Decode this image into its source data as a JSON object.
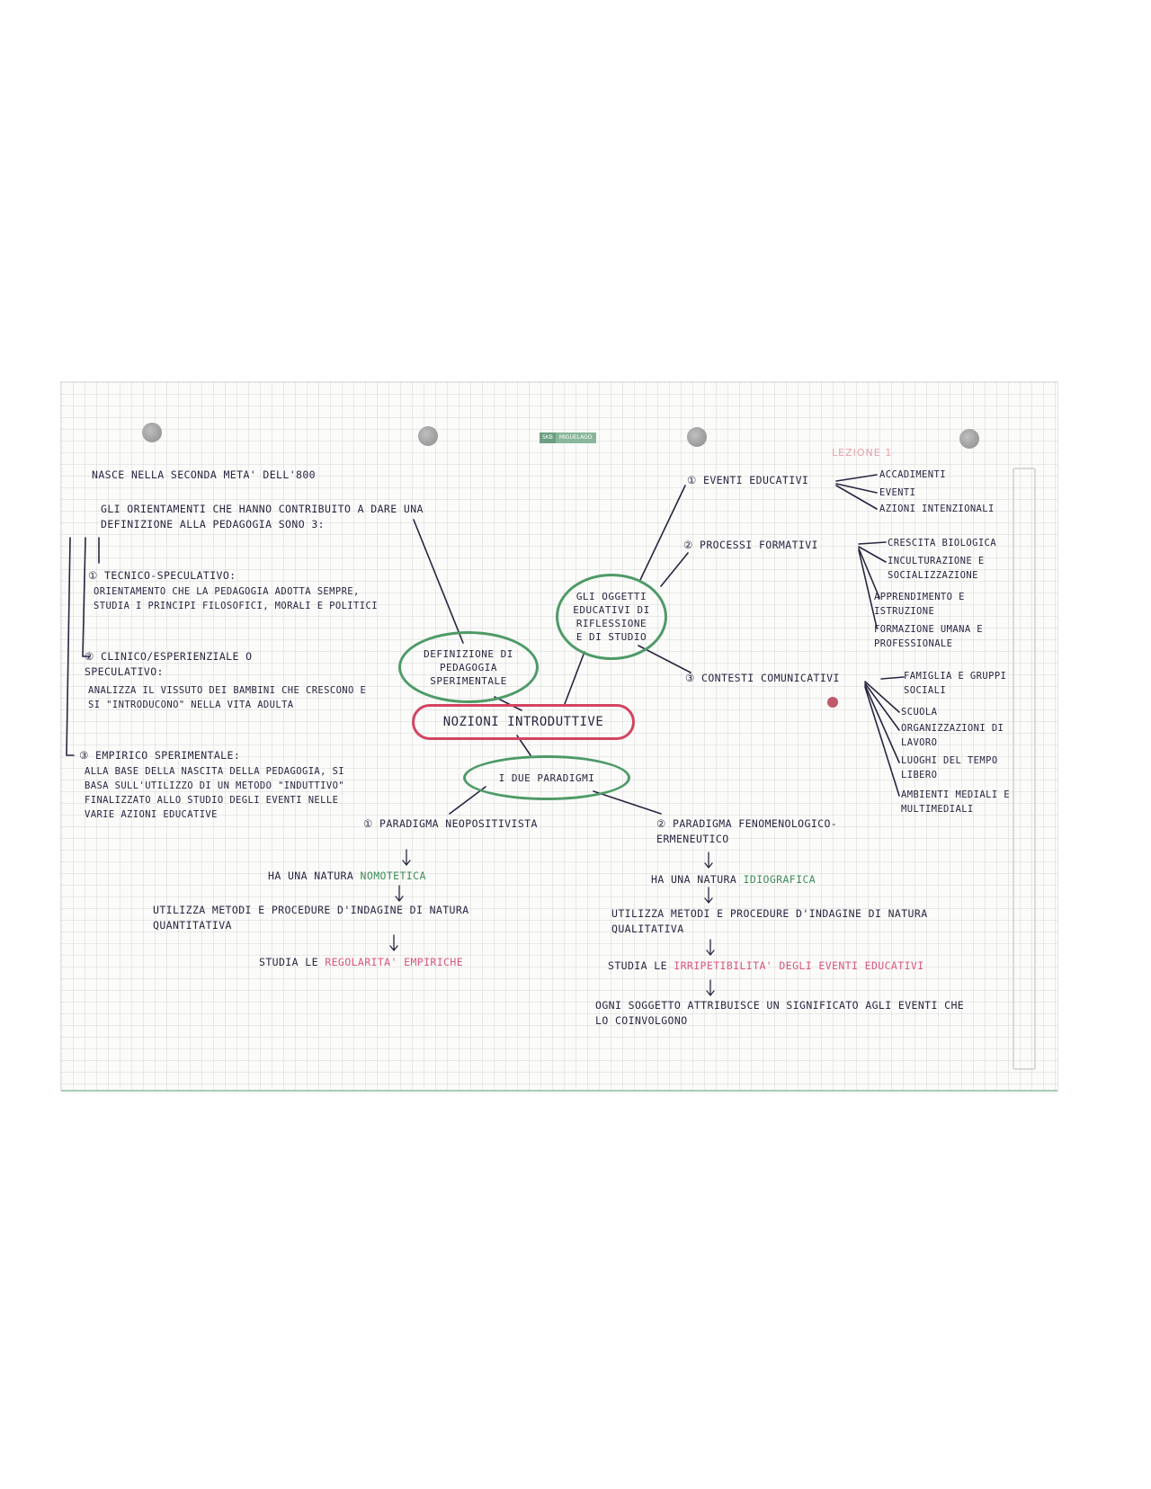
{
  "brand_label": [
    "SKB",
    "MIGUELAGO"
  ],
  "lesson_tag": "LEZIONE 1",
  "colors": {
    "green": "#4e9a67",
    "red": "#d2455f",
    "pink": "#d9577a",
    "ink": "#2a2540"
  },
  "left": {
    "intro": "NASCE NELLA SECONDA META' DELL'800",
    "orientations_intro": "GLI ORIENTAMENTI CHE HANNO CONTRIBUITO A DARE UNA DEFINIZIONE ALLA PEDAGOGIA SONO 3:",
    "items": [
      {
        "title": "① TECNICO-SPECULATIVO:",
        "body": "ORIENTAMENTO CHE LA PEDAGOGIA ADOTTA SEMPRE, STUDIA I PRINCIPI FILOSOFICI, MORALI E POLITICI"
      },
      {
        "title": "② CLINICO/ESPERIENZIALE O SPECULATIVO:",
        "body": "ANALIZZA IL VISSUTO DEI BAMBINI CHE CRESCONO E SI \"INTRODUCONO\" NELLA VITA ADULTA"
      },
      {
        "title": "③ EMPIRICO SPERIMENTALE:",
        "body": "ALLA BASE DELLA NASCITA DELLA PEDAGOGIA, SI BASA SULL'UTILIZZO DI UN METODO \"INDUTTIVO\" FINALIZZATO ALLO STUDIO DEGLI EVENTI NELLE VARIE AZIONI EDUCATIVE"
      }
    ]
  },
  "bubbles": {
    "definition": "DEFINIZIONE DI\nPEDAGOGIA\nSPERIMENTALE",
    "objects": "GLI OGGETTI\nEDUCATIVI DI\nRIFLESSIONE\nE DI STUDIO",
    "center": "NOZIONI INTRODUTTIVE",
    "paradigms": "I DUE PARADIGMI"
  },
  "right": {
    "branches": [
      {
        "label": "① EVENTI EDUCATIVI",
        "items": [
          "ACCADIMENTI",
          "EVENTI",
          "AZIONI INTENZIONALI"
        ]
      },
      {
        "label": "② PROCESSI FORMATIVI",
        "items": [
          "CRESCITA BIOLOGICA",
          "INCULTURAZIONE E SOCIALIZZAZIONE",
          "APPRENDIMENTO E ISTRUZIONE",
          "FORMAZIONE UMANA E PROFESSIONALE"
        ]
      },
      {
        "label": "③ CONTESTI COMUNICATIVI",
        "items": [
          "FAMIGLIA E GRUPPI SOCIALI",
          "SCUOLA",
          "ORGANIZZAZIONI DI LAVORO",
          "LUOGHI DEL TEMPO LIBERO",
          "AMBIENTI MEDIALI E MULTIMEDIALI"
        ]
      }
    ]
  },
  "paradigms": {
    "p1": {
      "title": "① PARADIGMA NEOPOSITIVISTA",
      "nature_prefix": "HA UNA NATURA",
      "nature_word": "NOMOTETICA",
      "methods": "UTILIZZA METODI E PROCEDURE D'INDAGINE DI NATURA QUANTITATIVA",
      "study_prefix": "STUDIA LE",
      "study_word": "REGOLARITA' EMPIRICHE"
    },
    "p2": {
      "title": "② PARADIGMA FENOMENOLOGICO-ERMENEUTICO",
      "nature_prefix": "HA UNA NATURA",
      "nature_word": "IDIOGRAFICA",
      "methods": "UTILIZZA METODI E PROCEDURE D'INDAGINE DI NATURA QUALITATIVA",
      "study_prefix": "STUDIA LE",
      "study_word": "IRRIPETIBILITA' DEGLI EVENTI EDUCATIVI",
      "meaning": "OGNI SOGGETTO ATTRIBUISCE UN SIGNIFICATO AGLI EVENTI CHE LO COINVOLGONO"
    }
  }
}
